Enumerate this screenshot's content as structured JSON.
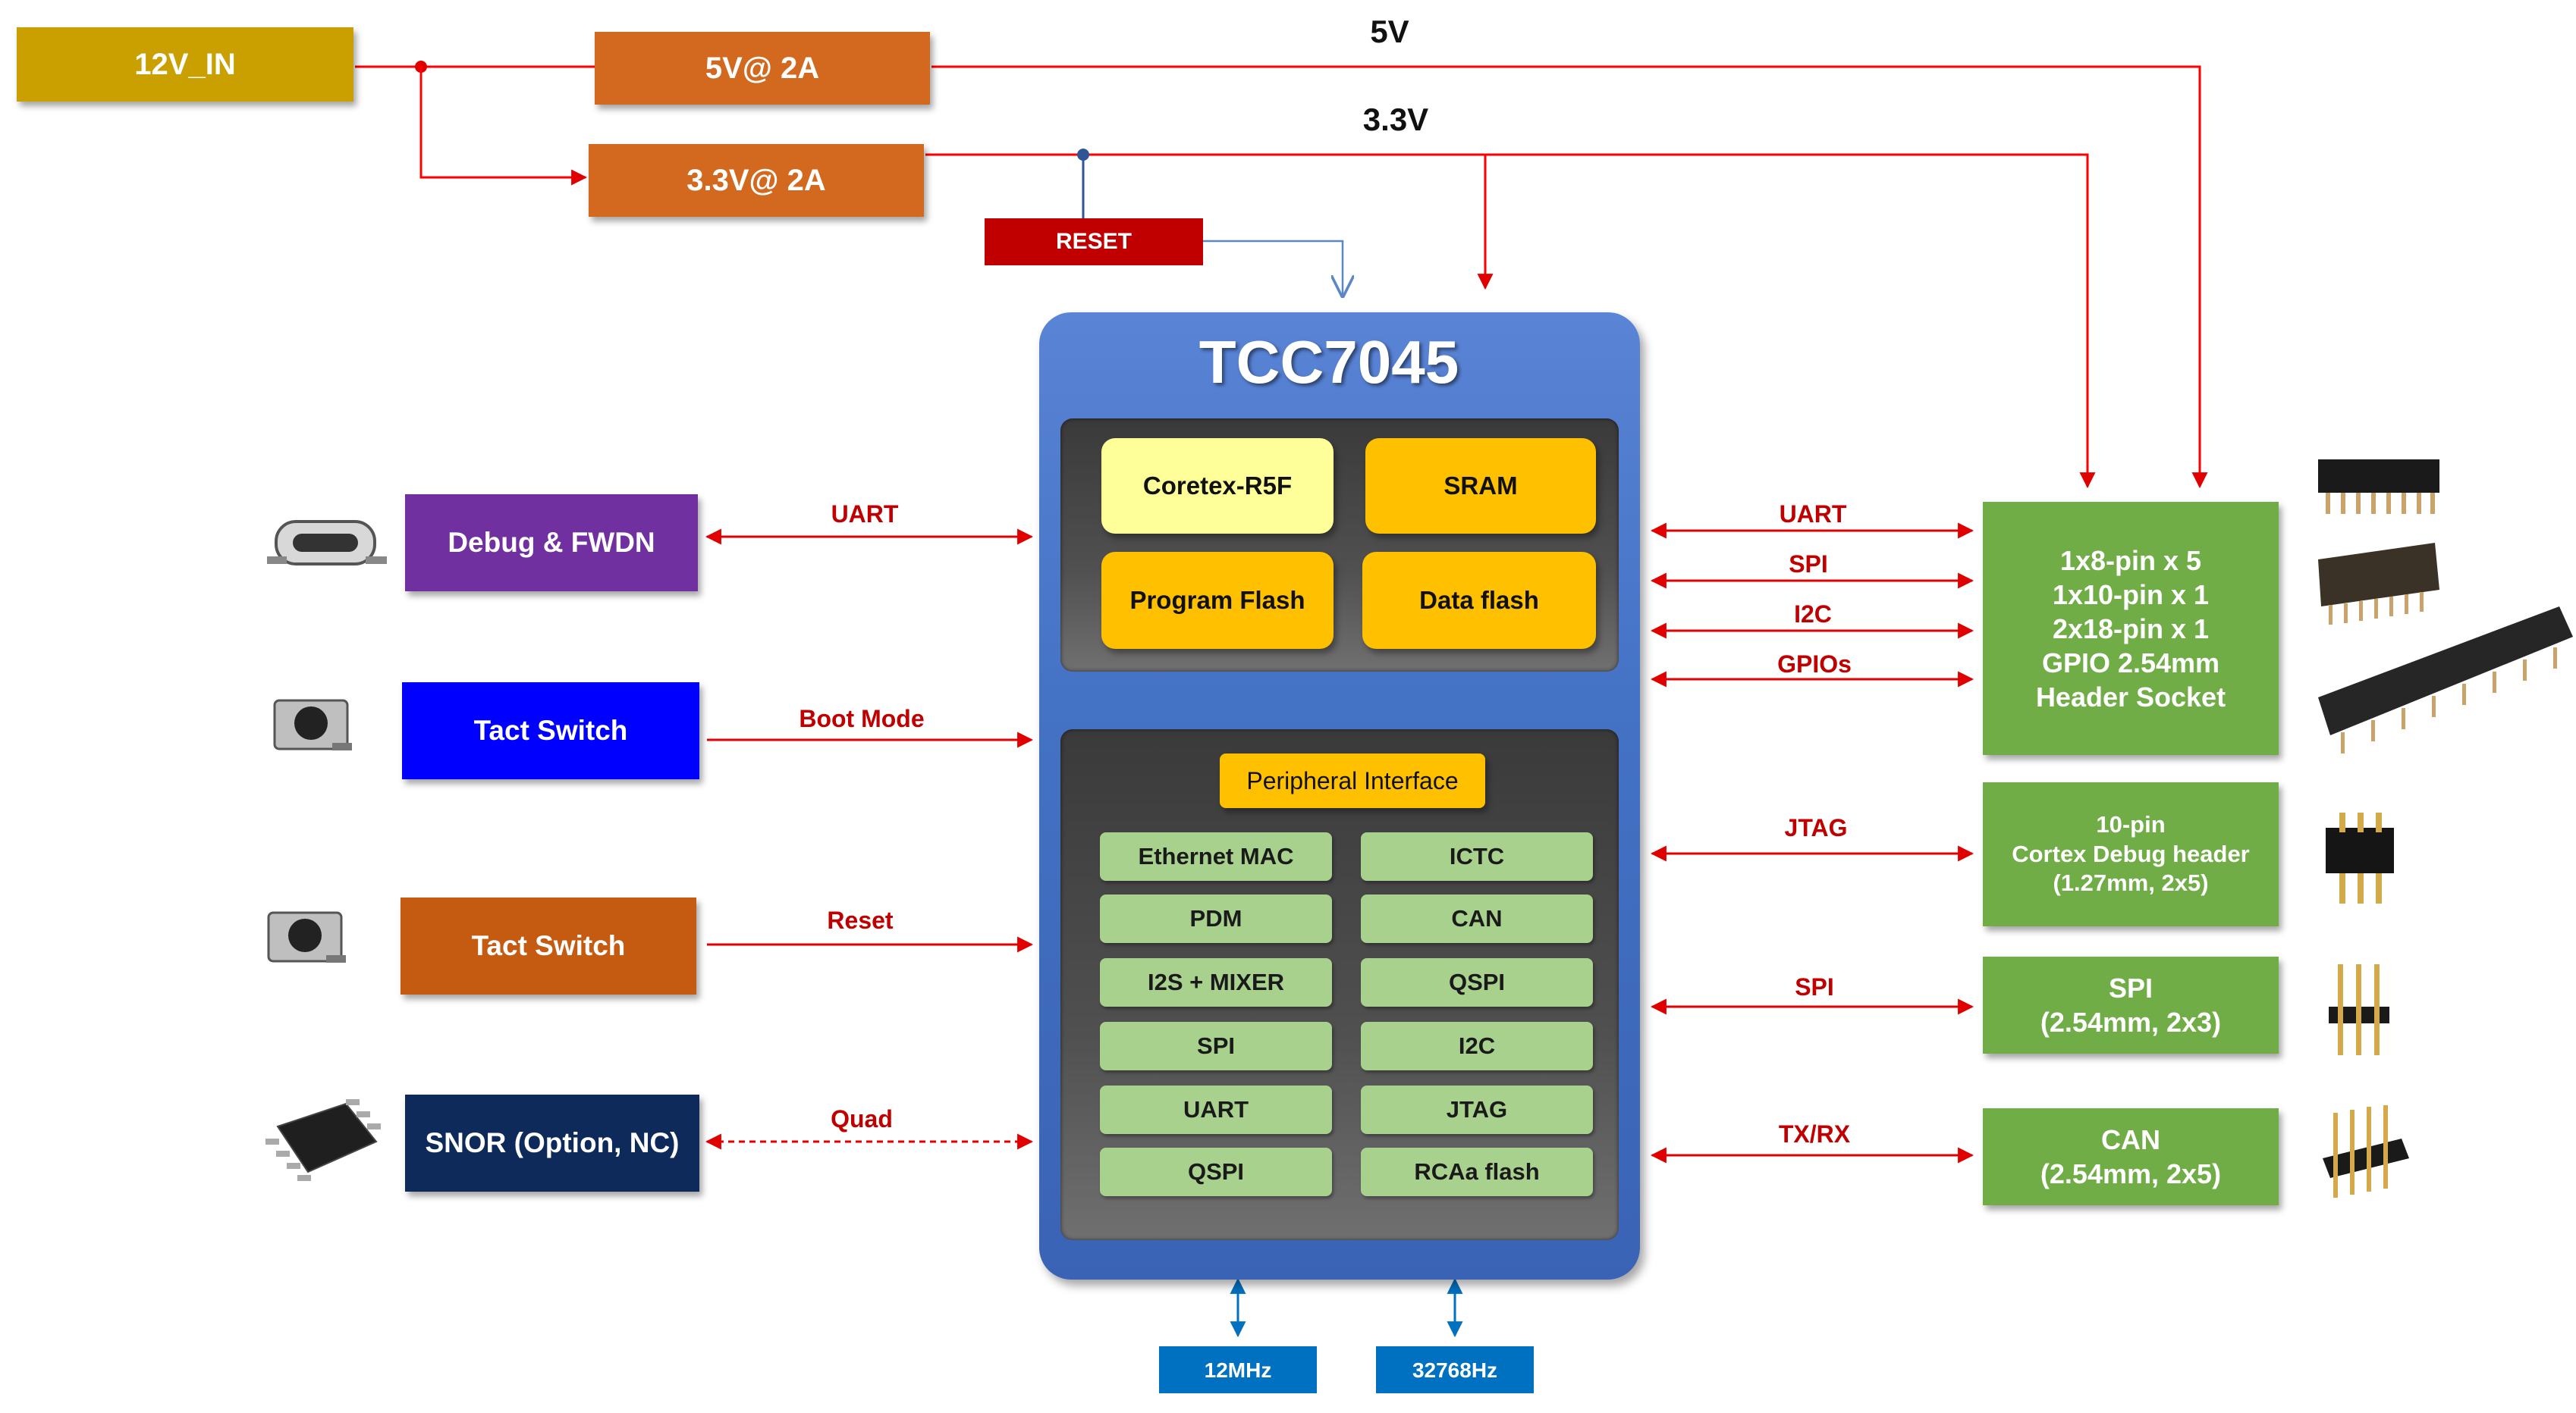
{
  "power": {
    "input": "12V_IN",
    "reg5v": "5V@ 2A",
    "reg33v": "3.3V@ 2A",
    "rail5v": "5V",
    "rail33v": "3.3V",
    "reset": "RESET"
  },
  "chip": {
    "title": "TCC7045",
    "cpu": "Coretex-R5F",
    "sram": "SRAM",
    "program_flash": "Program Flash",
    "data_flash": "Data flash",
    "peripheral_title": "Peripheral Interface",
    "peripherals": [
      "Ethernet MAC",
      "ICTC",
      "PDM",
      "CAN",
      "I2S + MIXER",
      "QSPI",
      "SPI",
      "I2C",
      "UART",
      "JTAG",
      "QSPI",
      "RCAa flash"
    ]
  },
  "left": {
    "debug": {
      "label": "Debug & FWDN",
      "signal": "UART",
      "color": "#7030a0"
    },
    "tact1": {
      "label": "Tact Switch",
      "signal": "Boot Mode",
      "color": "#0000ff"
    },
    "tact2": {
      "label": "Tact Switch",
      "signal": "Reset",
      "color": "#c55a11"
    },
    "snor": {
      "label": "SNOR (Option, NC)",
      "signal": "Quad",
      "color": "#0e2a5a"
    }
  },
  "right": {
    "header": {
      "lines": [
        "1x8-pin x 5",
        "1x10-pin x 1",
        "2x18-pin x 1",
        "GPIO 2.54mm",
        "Header Socket"
      ],
      "signals": [
        "UART",
        "SPI",
        "I2C",
        "GPIOs"
      ]
    },
    "jtag": {
      "lines": [
        "10-pin",
        "Cortex Debug header",
        "(1.27mm, 2x5)"
      ],
      "signal": "JTAG"
    },
    "spi": {
      "lines": [
        "SPI",
        "(2.54mm, 2x3)"
      ],
      "signal": "SPI"
    },
    "can": {
      "lines": [
        "CAN",
        "(2.54mm, 2x5)"
      ],
      "signal": "TX/RX"
    }
  },
  "clocks": [
    "12MHz",
    "32768Hz"
  ],
  "colors": {
    "wire": "#ff0000",
    "label_red": "#c00000",
    "green": "#70ad47",
    "orange": "#d2691e",
    "gold": "#c9a000",
    "chip_blue": "#4472c4",
    "clock_blue": "#0070c0"
  }
}
